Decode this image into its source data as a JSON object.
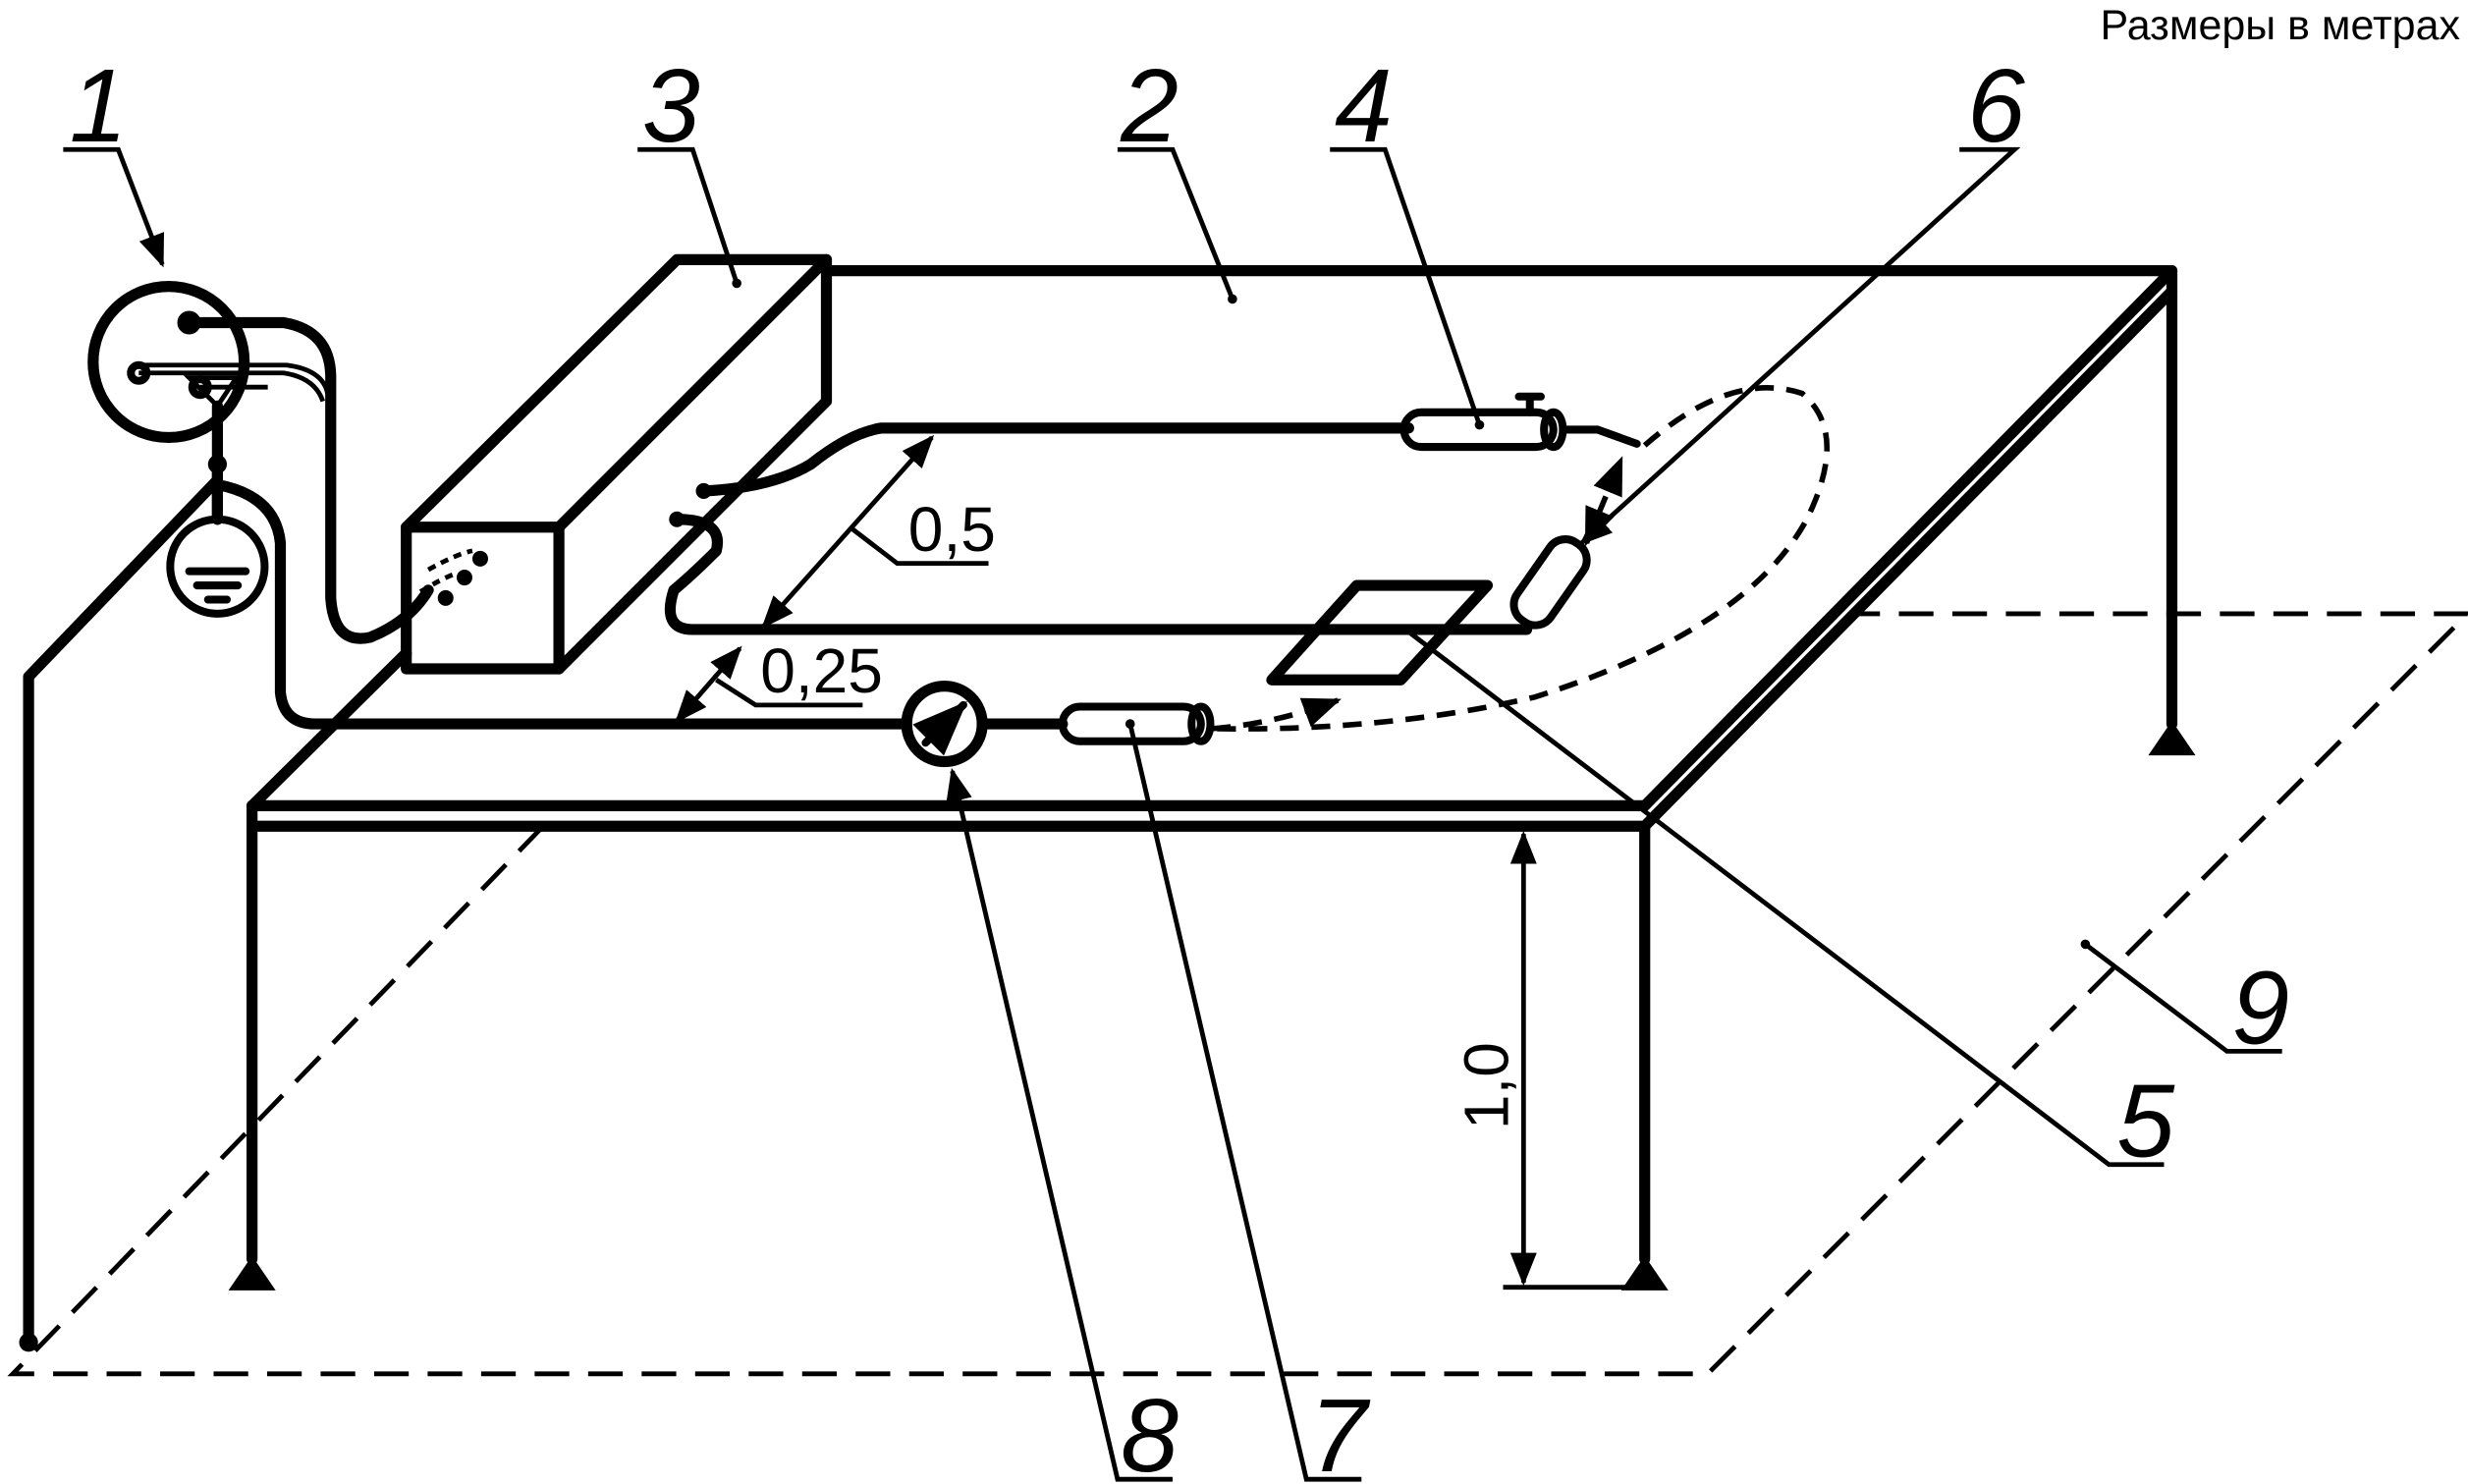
{
  "caption": "Размеры в метрах",
  "callouts": [
    "1",
    "2",
    "3",
    "4",
    "5",
    "6",
    "7",
    "8",
    "9"
  ],
  "dimensions": {
    "width_far": "0,5",
    "width_near": "0,25",
    "height": "1,0"
  }
}
